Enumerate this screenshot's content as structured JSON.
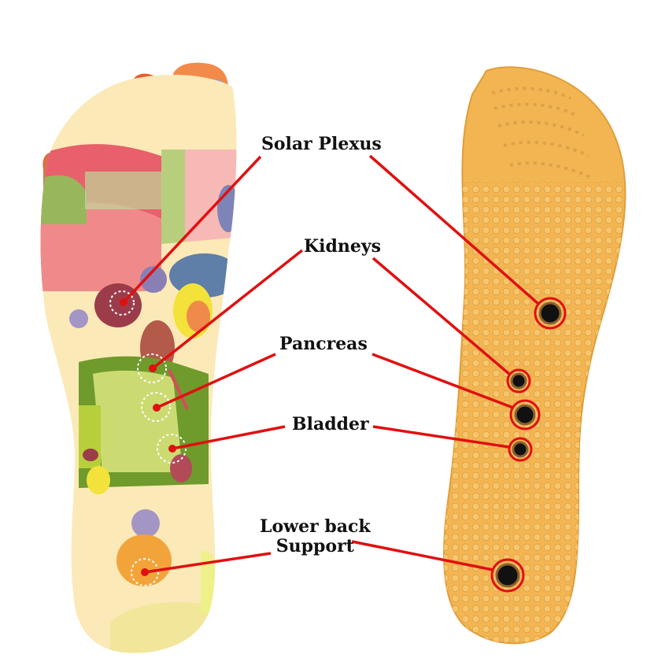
{
  "labels": {
    "solar_plexus": "Solar Plexus",
    "kidneys": "Kidneys",
    "pancreas": "Pancreas",
    "bladder": "Bladder",
    "lower_back_line1": "Lower back",
    "lower_back_line2": "Support"
  },
  "colors": {
    "leader_line": "#e01010",
    "insole": "#f2b552",
    "insole_dot": "#f7c568",
    "magnet": "#111111",
    "foot_base": "#fbe9b8"
  },
  "icons": {
    "left": "foot-reflexology-map-icon",
    "right": "magnetic-insole-icon"
  }
}
